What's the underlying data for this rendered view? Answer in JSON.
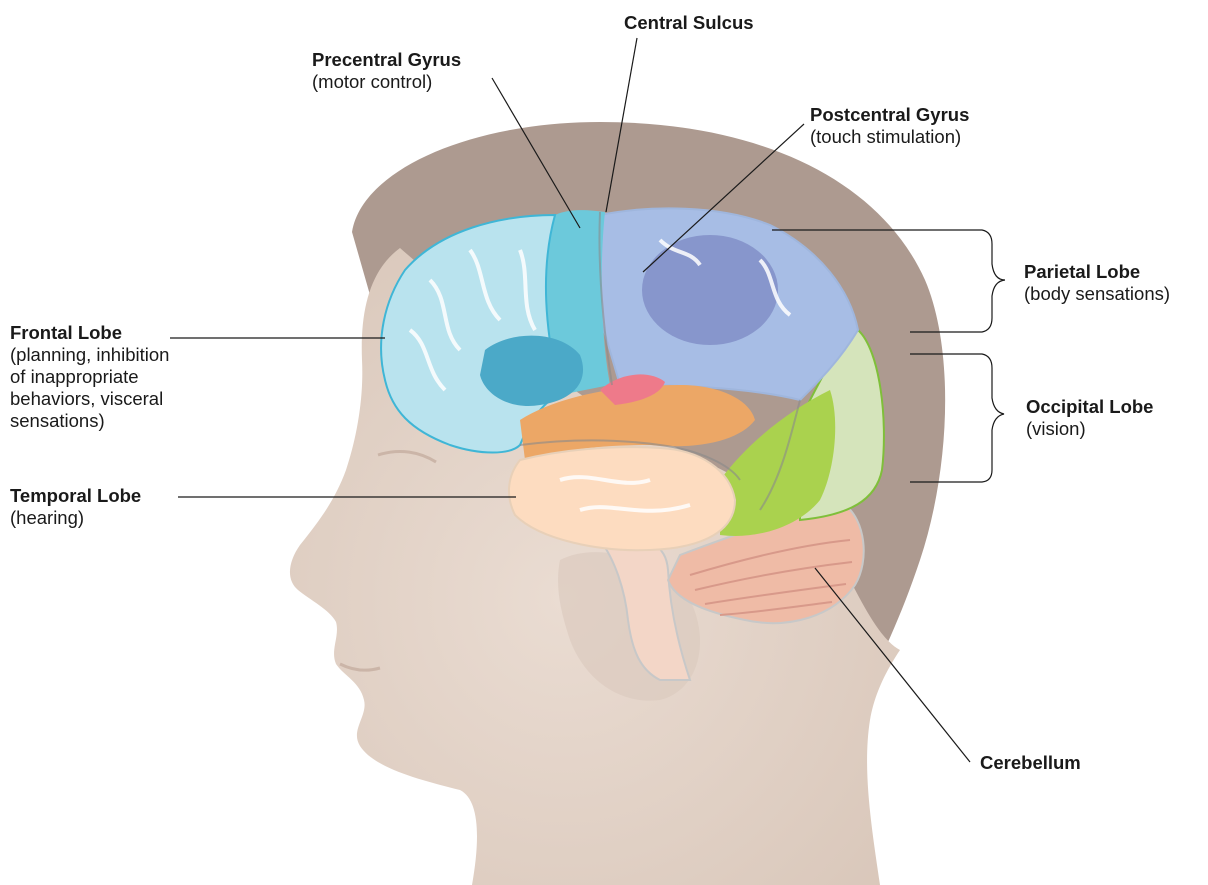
{
  "labels": {
    "central_sulcus": {
      "title": "Central Sulcus"
    },
    "precentral_gyrus": {
      "title": "Precentral Gyrus",
      "desc": "(motor control)"
    },
    "postcentral_gyrus": {
      "title": "Postcentral Gyrus",
      "desc": "(touch stimulation)"
    },
    "parietal_lobe": {
      "title": "Parietal Lobe",
      "desc": "(body sensations)"
    },
    "frontal_lobe": {
      "title": "Frontal Lobe",
      "desc_lines": [
        "(planning, inhibition",
        "of inappropriate",
        "behaviors, visceral",
        "sensations)"
      ]
    },
    "occipital_lobe": {
      "title": "Occipital Lobe",
      "desc": "(vision)"
    },
    "temporal_lobe": {
      "title": "Temporal Lobe",
      "desc": "(hearing)"
    },
    "cerebellum": {
      "title": "Cerebellum"
    }
  },
  "colors": {
    "skin": "#e4d6cc",
    "hair": "#ad9a90",
    "frontal": "#b9e3ee",
    "frontal_deep": "#4ba9c8",
    "precentral": "#6cc9db",
    "parietal": "#a7bde5",
    "postcentral_deep": "#8796cc",
    "temporal": "#fddcc0",
    "temporal_upper": "#eca766",
    "insula_pink": "#ee7a8a",
    "occipital": "#d5e4bb",
    "occipital_green": "#aad24e",
    "cerebellum": "#efbba6",
    "leader_line": "#1a1a1a"
  }
}
